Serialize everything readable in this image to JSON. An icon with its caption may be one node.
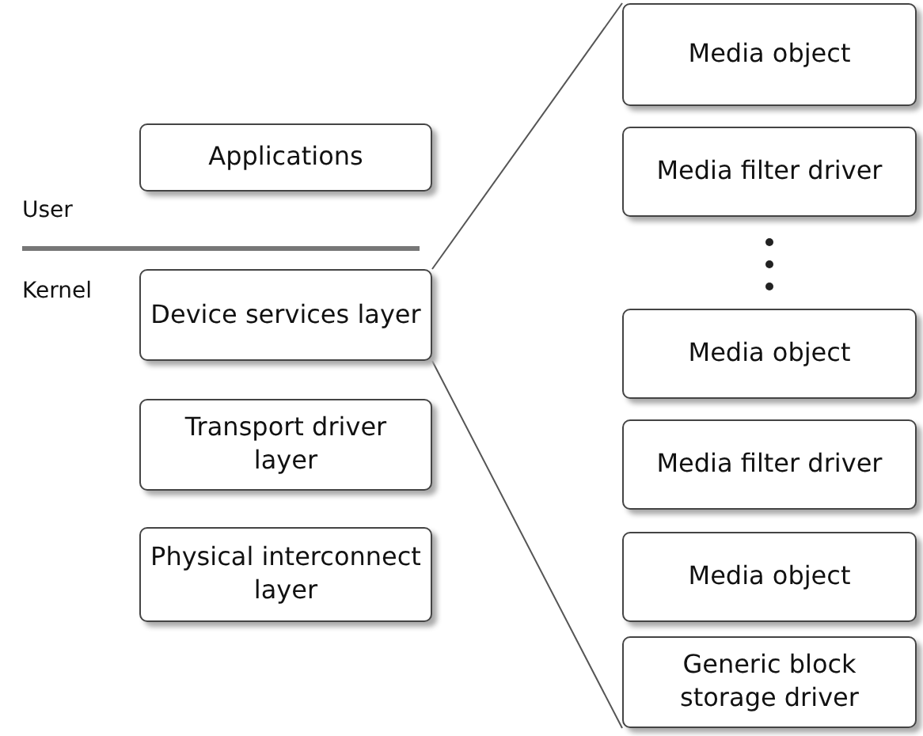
{
  "diagram": {
    "nodes": [
      {
        "text": [
          "Applications"
        ]
      },
      {
        "text": [
          "Device services layer"
        ]
      },
      {
        "text": [
          "Transport driver layer"
        ]
      },
      {
        "text": [
          "Physical interconnect layer"
        ]
      },
      {
        "text": [
          "Media object"
        ]
      },
      {
        "text": [
          "Media filter driver"
        ]
      },
      {
        "text": [
          "Media object"
        ]
      },
      {
        "text": [
          "Media filter driver"
        ]
      },
      {
        "text": [
          "Media object"
        ]
      },
      {
        "text": [
          "Generic block storage driver"
        ]
      }
    ],
    "edges": [
      {
        "from": 1,
        "to": 4,
        "arrow": "none"
      },
      {
        "from": 1,
        "to": 9,
        "arrow": "none"
      }
    ],
    "labels": [
      "User",
      "Kernel"
    ]
  }
}
